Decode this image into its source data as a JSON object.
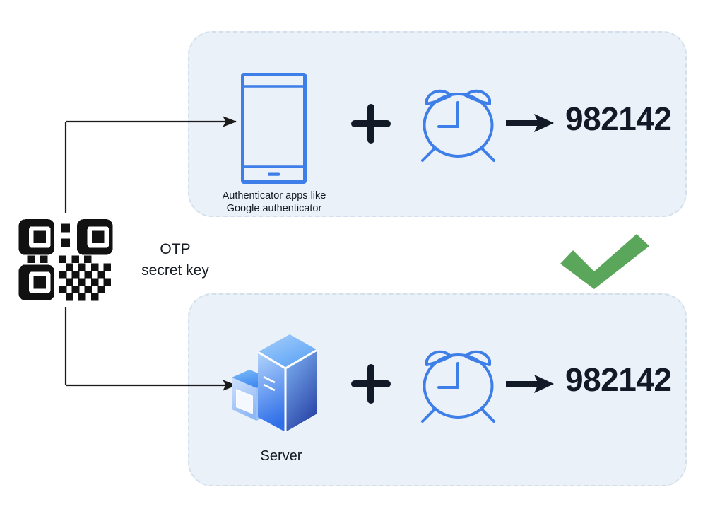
{
  "diagram": {
    "title": "TOTP two-factor authentication flow",
    "colors": {
      "panel_fill": "#eaf1f9",
      "panel_border": "#d3dfeb",
      "icon_blue": "#3d7ee8",
      "check_green": "#5aa75c",
      "code_navy": "#111a26",
      "line_black": "#1b1b1b",
      "server_light": "#8fc0f7",
      "server_dark": "#2d53b5"
    },
    "source": {
      "qr_name": "qr-code",
      "label": "OTP\nsecret key"
    },
    "client_panel": {
      "device_caption": "Authenticator apps like\nGoogle authenticator",
      "operator": "+",
      "time_icon": "alarm-clock",
      "result_code": "982142"
    },
    "server_panel": {
      "device_caption": "Server",
      "operator": "+",
      "time_icon": "alarm-clock",
      "result_code": "982142"
    },
    "match_indicator": {
      "icon": "check-mark",
      "meaning": "codes match"
    }
  }
}
